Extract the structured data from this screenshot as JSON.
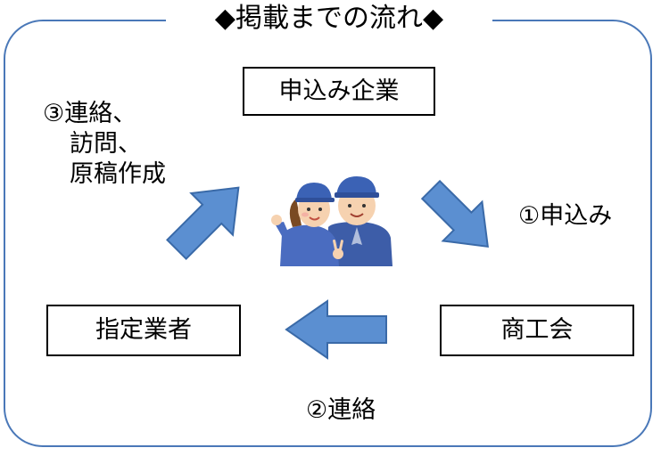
{
  "title": "◆掲載までの流れ◆",
  "nodes": {
    "applicant": "申込み企業",
    "vendor": "指定業者",
    "chamber": "商工会"
  },
  "steps": {
    "apply": "①申込み",
    "contact": "②連絡",
    "contact_visit_1": "③連絡、",
    "contact_visit_2": "訪問、",
    "contact_visit_3": "原稿作成"
  },
  "colors": {
    "frame": "#4a78b8",
    "arrow_fill": "#5b8fd1",
    "arrow_stroke": "#3a6aa8"
  },
  "illustration": "two-workers-in-blue-uniforms"
}
